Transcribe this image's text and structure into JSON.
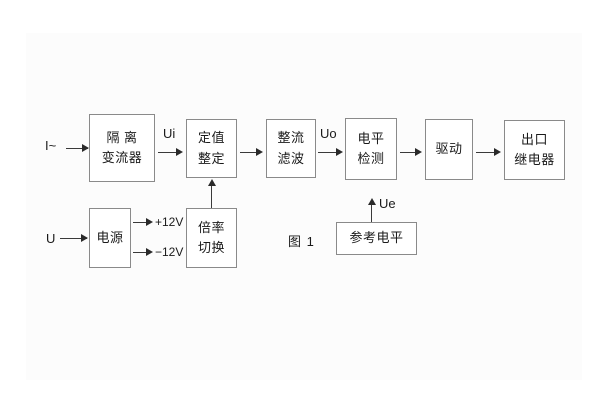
{
  "figure": {
    "caption": "图 1",
    "background_color": "#ffffff",
    "plate_color": "#fcfcfc",
    "box_border_color": "#8a8a8a",
    "line_color": "#3a3a3a",
    "text_color": "#1a1a1a"
  },
  "inputs": [
    {
      "id": "current-input",
      "label": "I~"
    },
    {
      "id": "voltage-input",
      "label": "U"
    }
  ],
  "blocks": [
    {
      "id": "isolation-transformer",
      "line1": "隔 离",
      "line2": "变流器"
    },
    {
      "id": "setting-value",
      "line1": "定值",
      "line2": "整定"
    },
    {
      "id": "rectify-filter",
      "line1": "整流",
      "line2": "滤波"
    },
    {
      "id": "level-detect",
      "line1": "电平",
      "line2": "检测"
    },
    {
      "id": "drive",
      "line1": "驱动",
      "line2": ""
    },
    {
      "id": "output-relay",
      "line1": "出口",
      "line2": "继电器"
    },
    {
      "id": "power-supply",
      "line1": "电源",
      "line2": ""
    },
    {
      "id": "multiplier-switch",
      "line1": "倍率",
      "line2": "切换"
    },
    {
      "id": "reference-level",
      "line1": "参考电平",
      "line2": ""
    }
  ],
  "signals": [
    {
      "id": "ui",
      "label": "Ui"
    },
    {
      "id": "uo",
      "label": "Uo"
    },
    {
      "id": "ue",
      "label": "Ue"
    }
  ],
  "rails": [
    {
      "id": "rail-positive",
      "label": "+12V"
    },
    {
      "id": "rail-negative",
      "label": "−12V"
    }
  ]
}
